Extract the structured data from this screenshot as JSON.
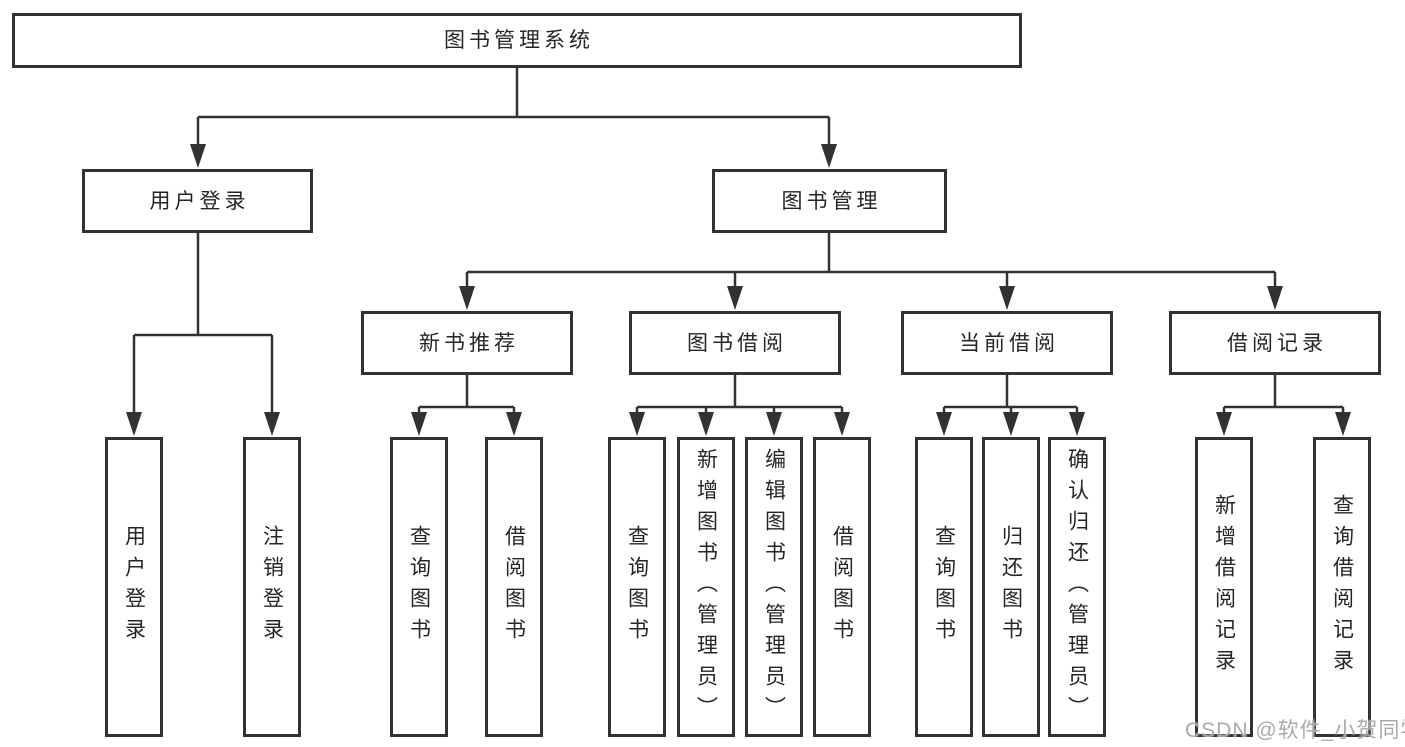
{
  "diagram": {
    "root": {
      "label": "图书管理系统"
    },
    "children": [
      {
        "label": "用户登录",
        "children": [
          {
            "label": "用户登录"
          },
          {
            "label": "注销登录"
          }
        ]
      },
      {
        "label": "图书管理",
        "children": [
          {
            "label": "新书推荐",
            "children": [
              {
                "label": "查询图书"
              },
              {
                "label": "借阅图书"
              }
            ]
          },
          {
            "label": "图书借阅",
            "children": [
              {
                "label": "查询图书"
              },
              {
                "label": "新增图书（管理员）"
              },
              {
                "label": "编辑图书（管理员）"
              },
              {
                "label": "借阅图书"
              }
            ]
          },
          {
            "label": "当前借阅",
            "children": [
              {
                "label": "查询图书"
              },
              {
                "label": "归还图书"
              },
              {
                "label": "确认归还（管理员）"
              }
            ]
          },
          {
            "label": "借阅记录",
            "children": [
              {
                "label": "新增借阅记录"
              },
              {
                "label": "查询借阅记录"
              }
            ]
          }
        ]
      }
    ]
  },
  "watermark": {
    "text": "CSDN @软件_小贺同学"
  },
  "colors": {
    "line": "#323232",
    "border": "#323232",
    "text": "#262626",
    "background": "#ffffff",
    "watermark": "#a5a5a5"
  }
}
